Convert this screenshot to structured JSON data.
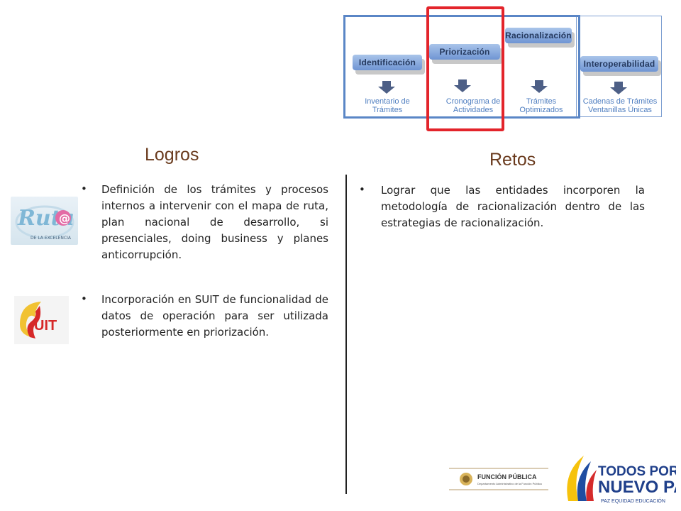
{
  "diagram": {
    "stages": [
      {
        "label": "Identificación",
        "output": "Inventario de Trámites"
      },
      {
        "label": "Priorización",
        "output": "Cronograma de Actividades"
      },
      {
        "label": "Racionalización",
        "output": "Trámites Optimizados"
      },
      {
        "label": "Interoperabilidad",
        "output": "Cadenas de Trámites Ventanillas Únicas"
      }
    ]
  },
  "logros": {
    "title": "Logros",
    "items": [
      "Definición de los trámites y procesos internos a intervenir con el mapa de ruta, plan nacional de desarrollo, si presenciales, doing business y planes anticorrupción.",
      "Incorporación en SUIT de funcionalidad de datos de operación para ser utilizada posteriormente en priorización."
    ]
  },
  "retos": {
    "title": "Retos",
    "items": [
      "Lograr que las entidades incorporen la metodología de racionalización dentro de las estrategias de racionalización."
    ]
  },
  "logos": {
    "ruta": {
      "text": "Ruta",
      "sub": "DE LA EXCELENCIA"
    },
    "suit": {
      "text": "SUIT"
    },
    "funcion_publica": {
      "text": "FUNCIÓN PÚBLICA",
      "sub": "Departamento Administrativo de la Función Pública"
    },
    "todos_por_un_nuevo_pais": {
      "line1": "TODOS POR UN",
      "line2": "NUEVO PAÍS",
      "line3": "PAZ  EQUIDAD  EDUCACIÓN"
    }
  },
  "colors": {
    "stage_fill": "#8fb0e0",
    "stage_text": "#25395e",
    "output_text": "#4f7ec0",
    "frame_blue": "#5a86c6",
    "highlight_red": "#e3242b",
    "heading_brown": "#6a3b1e"
  }
}
